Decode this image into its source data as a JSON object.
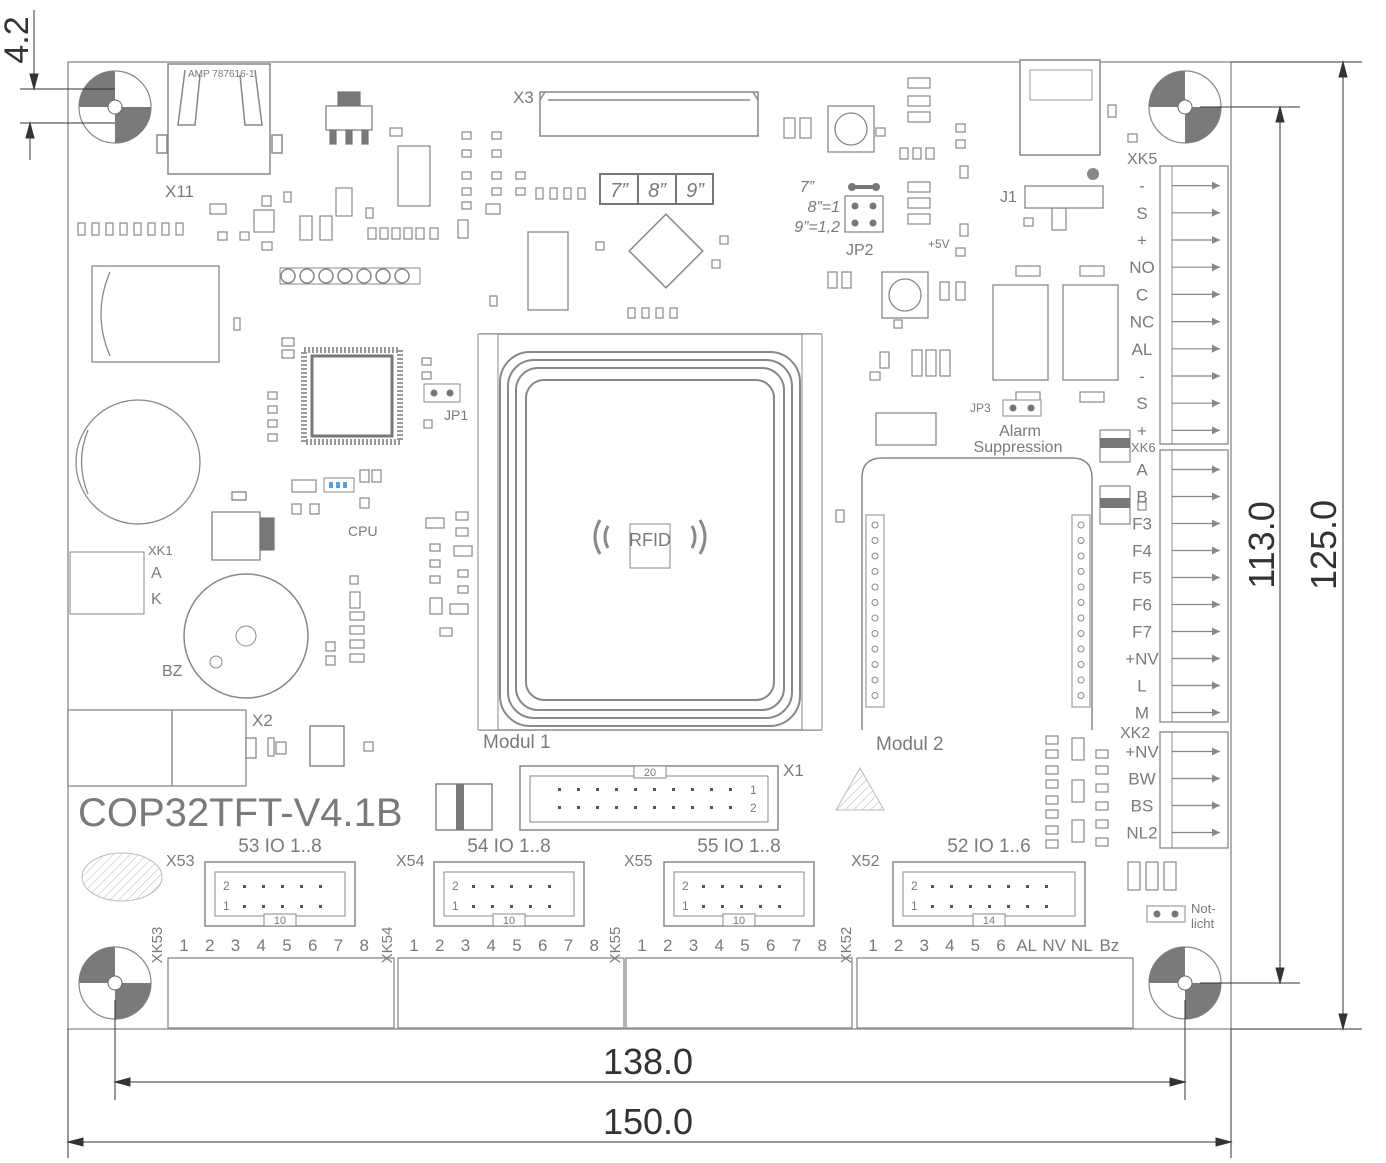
{
  "board": {
    "title": "COP32TFT-V4.1B",
    "usb_part": "AMP 787616-1",
    "refs": {
      "x11": "X11",
      "x3": "X3",
      "x2": "X2",
      "x1": "X1",
      "xk1": "XK1",
      "xk1_a": "A",
      "xk1_k": "K",
      "bz": "BZ",
      "cpu": "CPU",
      "jp1": "JP1",
      "jp2": "JP2",
      "jp3": "JP3",
      "j1": "J1",
      "plus5v": "+5V",
      "x1_pin20": "20",
      "x1_pin1": "1",
      "x1_pin2": "2"
    },
    "display_sizes": [
      "7”",
      "8”",
      "9”"
    ],
    "jp2_legend": [
      "7”",
      "8”=1",
      "9”=1,2"
    ],
    "jp3_label": [
      "Alarm",
      "Suppression"
    ],
    "modules": [
      "Modul 1",
      "Modul 2"
    ],
    "rfid": "RFID",
    "notlicht": [
      "Not-",
      "licht"
    ],
    "connectors_right": [
      {
        "name": "XK5",
        "pins": [
          "-",
          "S",
          "+",
          "NO",
          "C",
          "NC",
          "AL",
          "-",
          "S",
          "+"
        ]
      },
      {
        "name": "XK6",
        "pins": [
          "A",
          "B",
          "F3",
          "F4",
          "F5",
          "F6",
          "F7",
          "+NV",
          "L",
          "M"
        ]
      },
      {
        "name": "XK2",
        "pins": [
          "+NV",
          "BW",
          "BS",
          "NL2"
        ]
      }
    ],
    "io_headers": [
      {
        "name": "X53",
        "label": "53 IO 1..8",
        "pin_count": "10",
        "pin1": "1",
        "pin2": "2"
      },
      {
        "name": "X54",
        "label": "54 IO 1..8",
        "pin_count": "10",
        "pin1": "1",
        "pin2": "2"
      },
      {
        "name": "X55",
        "label": "55 IO 1..8",
        "pin_count": "10",
        "pin1": "1",
        "pin2": "2"
      },
      {
        "name": "X52",
        "label": "52 IO 1..6",
        "pin_count": "14",
        "pin1": "1",
        "pin2": "2"
      }
    ],
    "terminals_bottom": [
      {
        "name": "XK53",
        "pins": [
          "1",
          "2",
          "3",
          "4",
          "5",
          "6",
          "7",
          "8"
        ]
      },
      {
        "name": "XK54",
        "pins": [
          "1",
          "2",
          "3",
          "4",
          "5",
          "6",
          "7",
          "8"
        ]
      },
      {
        "name": "XK55",
        "pins": [
          "1",
          "2",
          "3",
          "4",
          "5",
          "6",
          "7",
          "8"
        ]
      },
      {
        "name": "XK52",
        "pins": [
          "1",
          "2",
          "3",
          "4",
          "5",
          "6",
          "AL",
          "NV",
          "NL",
          "Bz"
        ]
      }
    ]
  },
  "dimensions": {
    "hole_offset": "4.2",
    "hole_spacing_vertical": "113.0",
    "board_height": "125.0",
    "hole_spacing_horizontal": "138.0",
    "board_width": "150.0"
  },
  "colors": {
    "outline": "#9a9a9a",
    "silk": "#8c8c8c",
    "dimension": "#333333",
    "led_blue": "#5aa0dc"
  }
}
